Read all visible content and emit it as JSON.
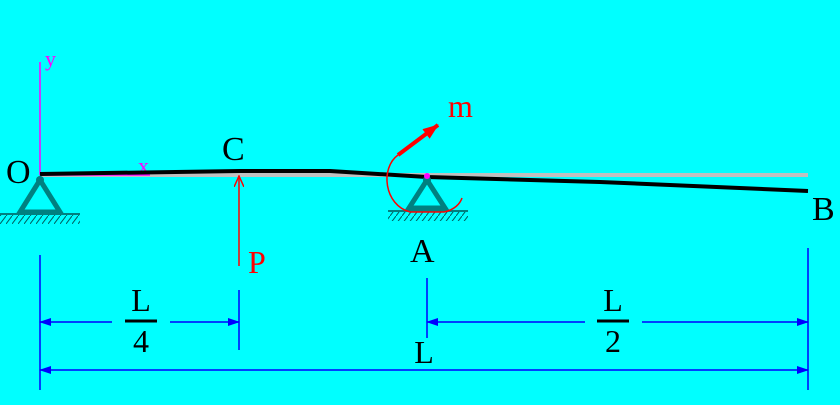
{
  "colors": {
    "background": "#00FFFF",
    "beam": "#000000",
    "undeformed_beam": "#C0C0C0",
    "axis": "#FF00FF",
    "dimension": "#0000FF",
    "load": "#FF0000",
    "support": "#008080",
    "point_label": "#000000"
  },
  "axes": {
    "y_label": "y",
    "x_label": "x"
  },
  "points": {
    "origin": "O",
    "c": "C",
    "a": "A",
    "b": "B"
  },
  "loads": {
    "force": "P",
    "moment": "m"
  },
  "dimensions": {
    "quarter": {
      "numerator": "L",
      "denominator": "4"
    },
    "half": {
      "numerator": "L",
      "denominator": "2"
    },
    "total": "L"
  }
}
